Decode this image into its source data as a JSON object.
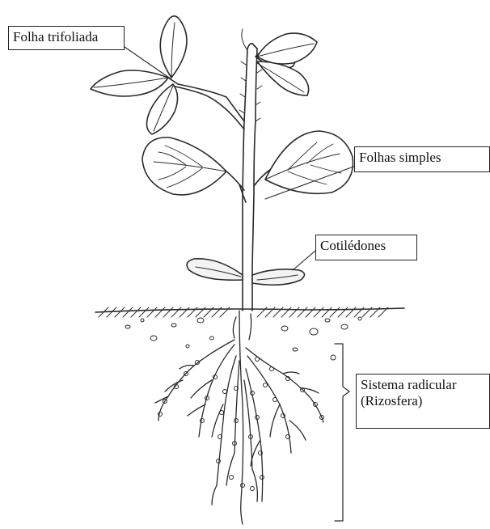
{
  "labels": {
    "trifoliate_leaf": "Folha trifoliada",
    "simple_leaves": "Folhas simples",
    "cotyledons": "Cotilédones",
    "root_system_line1": "Sistema radicular",
    "root_system_line2": "(Rizosfera)"
  },
  "colors": {
    "ink": "#2a2a2a",
    "paper": "#ffffff",
    "box_border": "#222222"
  }
}
